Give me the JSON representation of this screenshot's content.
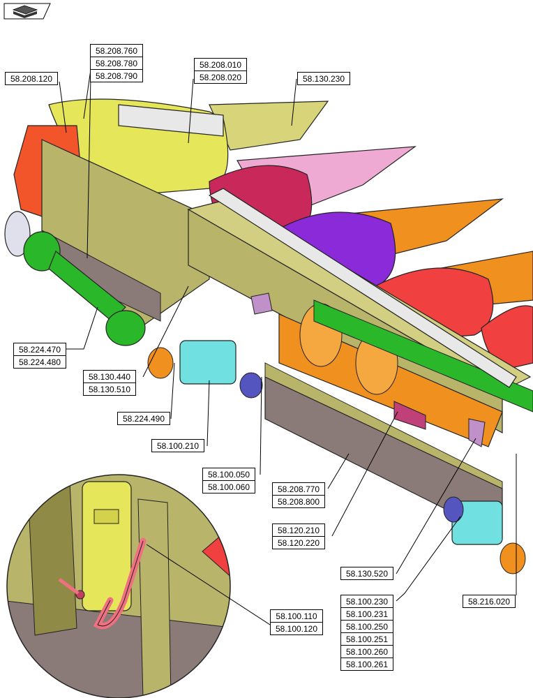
{
  "colors": {
    "olive": "#b8b46a",
    "olive_dark": "#8f8a45",
    "yellow": "#e6e65a",
    "red_orange": "#f2552a",
    "magenta": "#c8285a",
    "pink": "#eeaad2",
    "violet": "#8a2ad8",
    "orange": "#f0901e",
    "red": "#f04040",
    "green": "#2ab82a",
    "cyan": "#70e0e0",
    "grey_panel": "#8a7a78",
    "white_part": "#e8e8e8"
  },
  "icons": {
    "nav": "back-arrow-icon"
  },
  "callouts": {
    "c1": [
      "58.208.760",
      "58.208.780",
      "58.208.790"
    ],
    "c2": [
      "58.208.120"
    ],
    "c3": [
      "58.208.010",
      "58.208.020"
    ],
    "c4": [
      "58.130.230"
    ],
    "c5": [
      "58.224.470",
      "58.224.480"
    ],
    "c6": [
      "58.130.440",
      "58.130.510"
    ],
    "c7": [
      "58.224.490"
    ],
    "c8": [
      "58.100.210"
    ],
    "c9": [
      "58.100.050",
      "58.100.060"
    ],
    "c10": [
      "58.208.770",
      "58.208.800"
    ],
    "c11": [
      "58.120.210",
      "58.120.220"
    ],
    "c12": [
      "58.130.520"
    ],
    "c13": [
      "58.100.230",
      "58.100.231",
      "58.100.250",
      "58.100.251",
      "58.100.260",
      "58.100.261"
    ],
    "c14": [
      "58.216.020"
    ],
    "c15": [
      "58.100.110",
      "58.100.120"
    ]
  }
}
